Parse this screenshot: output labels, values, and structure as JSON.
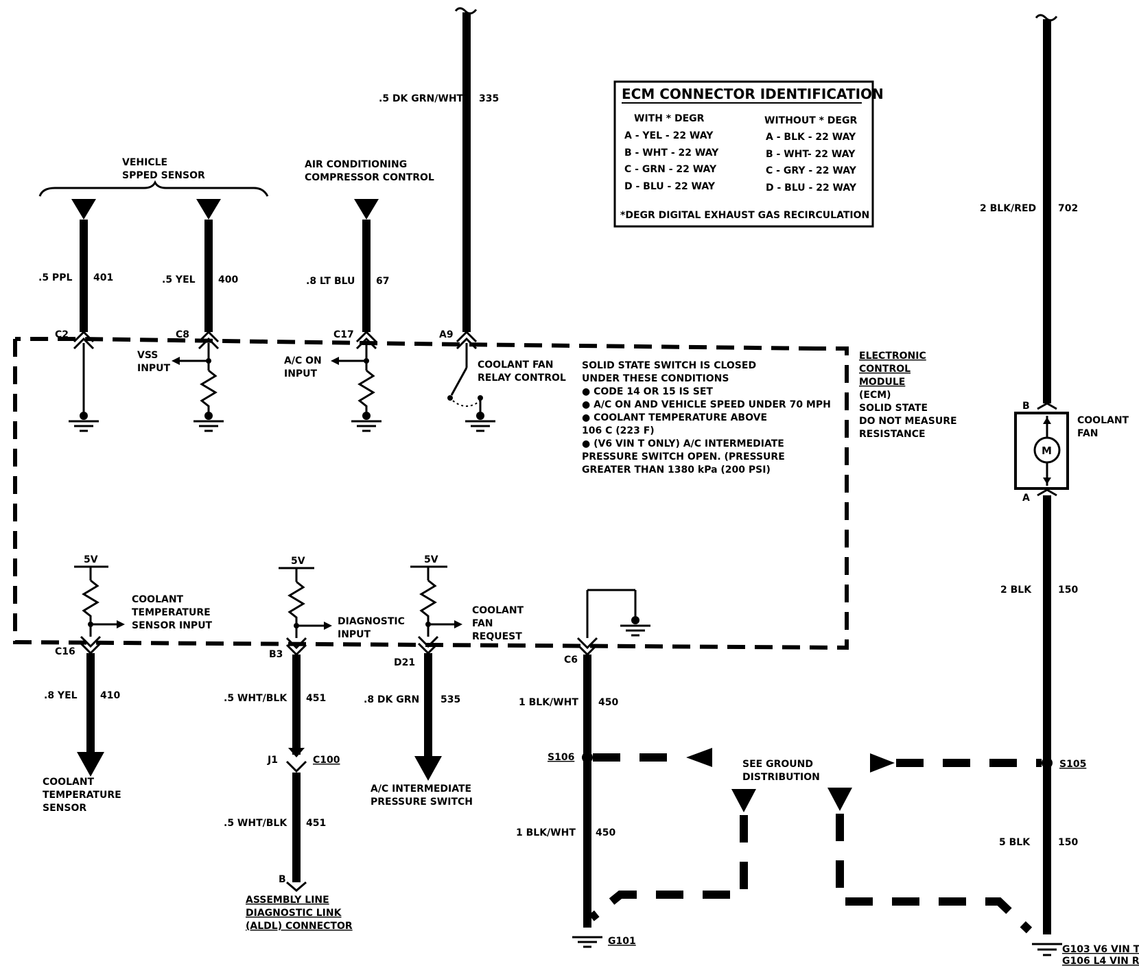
{
  "ecm_box": {
    "title": "ECM CONNECTOR IDENTIFICATION",
    "with_head": "WITH * DEGR",
    "without_head": "WITHOUT * DEGR",
    "with_rows": [
      "A - YEL - 22 WAY",
      "B - WHT - 22 WAY",
      "C - GRN - 22 WAY",
      "D - BLU - 22 WAY"
    ],
    "without_rows": [
      "A - BLK - 22 WAY",
      "B - WHT- 22 WAY",
      "C - GRY - 22 WAY",
      "D - BLU - 22 WAY"
    ],
    "footnote": "*DEGR DIGITAL EXHAUST GAS RECIRCULATION"
  },
  "ecm": {
    "label": [
      "ELECTRONIC",
      "CONTROL",
      "MODULE"
    ],
    "abbrev": "(ECM)",
    "note": [
      "SOLID STATE",
      "DO NOT MEASURE",
      "RESISTANCE"
    ]
  },
  "switch_note": [
    "SOLID STATE SWITCH IS CLOSED",
    "UNDER THESE CONDITIONS",
    "● CODE 14 OR 15 IS SET",
    "● A/C ON AND VEHICLE SPEED UNDER 70 MPH",
    "● COOLANT TEMPERATURE ABOVE",
    "106 C (223 F)",
    "● (V6 VIN T ONLY) A/C INTERMEDIATE",
    "PRESSURE SWITCH OPEN. (PRESSURE",
    "GREATER THAN 1380 kPa  (200 PSI)"
  ],
  "vss": {
    "title": [
      "VEHICLE",
      "SPPED SENSOR"
    ],
    "wire1_color": ".5 PPL",
    "wire1_num": "401",
    "pin1": "C2",
    "wire2_color": ".5 YEL",
    "wire2_num": "400",
    "pin2": "C8",
    "input": [
      "VSS",
      "INPUT"
    ]
  },
  "ac_comp": {
    "title": [
      "AIR CONDITIONING",
      "COMPRESSOR CONTROL"
    ],
    "wire_color": ".8 LT BLU",
    "wire_num": "67",
    "pin": "C17",
    "input": [
      "A/C ON",
      "INPUT"
    ]
  },
  "fan_relay": {
    "wire_color": ".5 DK GRN/WHT",
    "wire_num": "335",
    "pin": "A9",
    "label": [
      "COOLANT FAN",
      "RELAY CONTROL"
    ]
  },
  "coolant_fan": {
    "wire_top_color": "2 BLK/RED",
    "wire_top_num": "702",
    "pin_b": "B",
    "pin_a": "A",
    "label": [
      "COOLANT",
      "FAN"
    ],
    "motor": "M",
    "wire_mid_color": "2 BLK",
    "wire_mid_num": "150",
    "splice": "S105",
    "wire_bot_color": "5 BLK",
    "wire_bot_num": "150",
    "ground1": "G103 V6 VIN T",
    "ground2": "G106 L4 VIN R"
  },
  "cts": {
    "v": "5V",
    "pin": "C16",
    "input": [
      "COOLANT",
      "TEMPERATURE",
      "SENSOR INPUT"
    ],
    "wire_color": ".8 YEL",
    "wire_num": "410",
    "sensor": [
      "COOLANT",
      "TEMPERATURE",
      "SENSOR"
    ]
  },
  "diag": {
    "v": "5V",
    "pin": "B3",
    "input": [
      "DIAGNOSTIC",
      "INPUT"
    ],
    "wire1_color": ".5 WHT/BLK",
    "wire1_num": "451",
    "conn_pin": "J1",
    "conn": "C100",
    "wire2_color": ".5 WHT/BLK",
    "wire2_num": "451",
    "aldl_pin": "B",
    "aldl": [
      "ASSEMBLY LINE",
      "DIAGNOSTIC LINK",
      "(ALDL) CONNECTOR"
    ]
  },
  "fan_req": {
    "v": "5V",
    "pin": "D21",
    "input": [
      "COOLANT",
      "FAN",
      "REQUEST"
    ],
    "wire_color": ".8 DK GRN",
    "wire_num": "535",
    "switch": [
      "A/C INTERMEDIATE",
      "PRESSURE SWITCH"
    ]
  },
  "ground_c6": {
    "pin": "C6",
    "wire1_color": "1 BLK/WHT",
    "wire1_num": "450",
    "splice": "S106",
    "wire2_color": "1 BLK/WHT",
    "wire2_num": "450",
    "ground": "G101"
  },
  "see_ground": [
    "SEE GROUND",
    "DISTRIBUTION"
  ]
}
